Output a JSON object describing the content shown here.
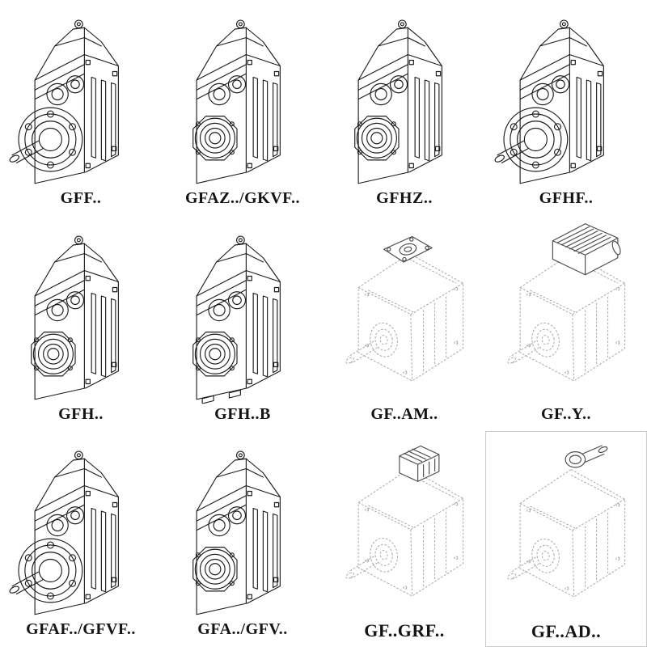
{
  "page": {
    "background": "#ffffff",
    "description": "Catalog sheet with 12 isometric technical line drawings of GF-series parallel shaft helical gear unit mounting variants, each with its model designation below"
  },
  "colors": {
    "line": "#1c1c1c",
    "dashed_line": "#a3a3a3",
    "attach_line": "#4a4a4a",
    "label_text": "#141414",
    "cell_border": "#c9c9c9",
    "background": "#ffffff"
  },
  "catalog": {
    "rows": 3,
    "columns": 4,
    "items": [
      {
        "label": "GFF..",
        "drawing": "flange-mounted gear unit with output shaft, solid line isometric drawing"
      },
      {
        "label": "GFAZ../GKVF..",
        "drawing": "hollow-shaft gear unit, solid line isometric drawing"
      },
      {
        "label": "GFHZ..",
        "drawing": "hollow-shaft shrink-disc gear unit, solid line isometric drawing"
      },
      {
        "label": "GFHF..",
        "drawing": "flange-mounted gear unit with bolt-hole flange, solid line isometric drawing"
      },
      {
        "label": "GFH..",
        "drawing": "hollow-shaft gear unit, solid line isometric drawing"
      },
      {
        "label": "GFH..B",
        "drawing": "hollow-shaft gear unit with mounting feet, solid line isometric drawing"
      },
      {
        "label": "GF..AM..",
        "drawing": "gear unit with IEC motor adapter square flange, dashed outline drawing"
      },
      {
        "label": "GF..Y..",
        "drawing": "gear unit with mounted finned motor, dashed outline drawing"
      },
      {
        "label": "GFAF../GFVF..",
        "drawing": "flange-mounted gear unit with output shaft, solid line isometric drawing"
      },
      {
        "label": "GFA../GFV..",
        "drawing": "hollow-shaft gear unit, solid line isometric drawing"
      },
      {
        "label": "GF..GRF..",
        "drawing": "gear unit with backstop/brake housing on input, dashed outline drawing"
      },
      {
        "label": "GF..AD..",
        "drawing": "gear unit with free input shaft adapter, dashed outline drawing"
      }
    ]
  }
}
